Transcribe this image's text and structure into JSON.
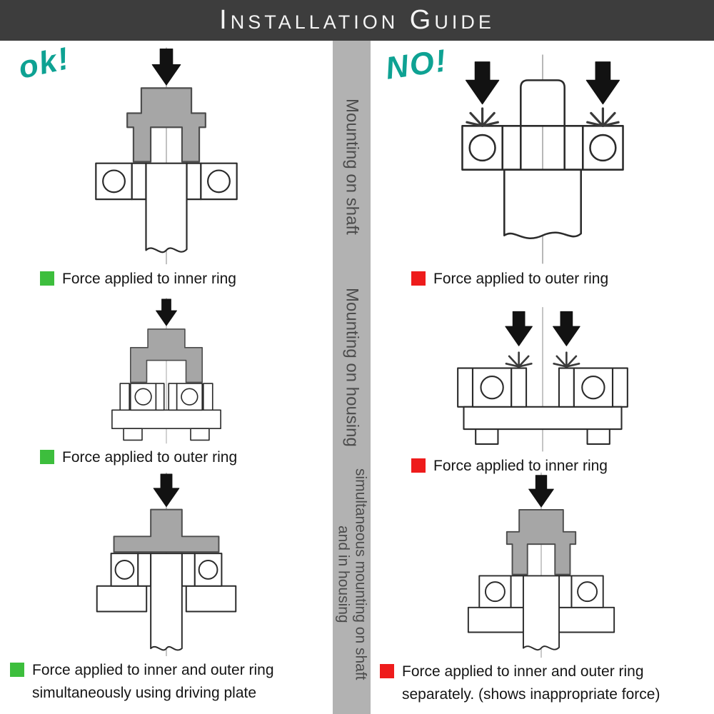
{
  "header": {
    "title": "Installation Guide"
  },
  "ok_column": {
    "label": "ok!",
    "marker_color": "#3dbe3d",
    "sections": [
      {
        "caption": "Force applied to inner ring",
        "diagram": "press-sleeve-on-inner-ring-mounting-on-shaft"
      },
      {
        "caption": "Force applied to outer ring",
        "diagram": "press-sleeve-on-outer-ring-mounting-in-housing"
      },
      {
        "caption": "Force applied to inner and outer ring simultaneously using driving plate",
        "diagram": "driving-plate-on-both-rings"
      }
    ]
  },
  "no_column": {
    "label": "NO!",
    "marker_color": "#ee1c1c",
    "sections": [
      {
        "caption": "Force applied to outer ring",
        "diagram": "blows-on-outer-ring-mounting-on-shaft"
      },
      {
        "caption": "Force applied to inner ring",
        "diagram": "blows-on-inner-ring-mounting-in-housing"
      },
      {
        "caption": "Force applied to inner and outer ring separately. (shows inappropriate force)",
        "diagram": "press-on-inner-ring-only-in-housing"
      }
    ]
  },
  "divider": {
    "labels": [
      "Mounting on shaft",
      "Mounting on housing",
      "simultaneous mounting on shaft and in housing"
    ]
  },
  "colors": {
    "header_bg": "#3d3d3d",
    "divider_bg": "#b2b2b2",
    "accent_teal": "#0ea293",
    "ok_green": "#3dbe3d",
    "no_red": "#ee1c1c"
  }
}
